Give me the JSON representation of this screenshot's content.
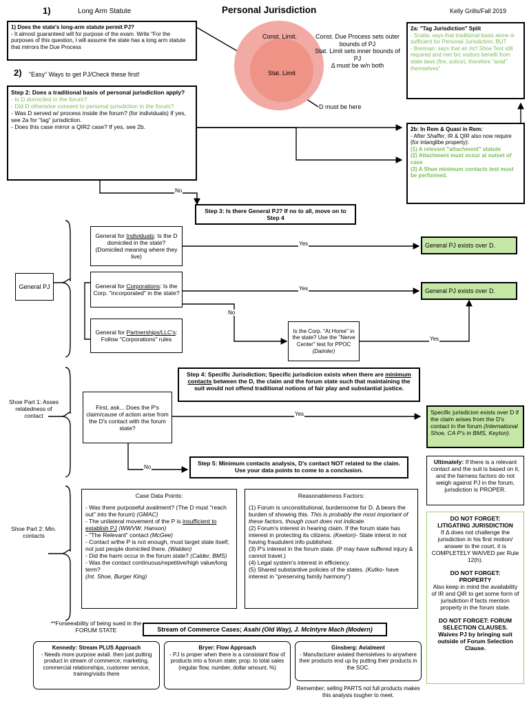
{
  "header": {
    "section_number_1": "1)",
    "section_title_1": "Long Arm Statute",
    "title": "Personal Jurisdiction",
    "author": "Kelly Grills/Fall 2019",
    "section_number_2": "2)",
    "section_title_2": "“Easy” Ways to get PJ/Check these first!"
  },
  "colors": {
    "green_fill": "#c5e8a6",
    "green_text": "#77bb55",
    "circle_outer": "#f2aaa4",
    "circle_inner": "#ef9387",
    "line": "#000000"
  },
  "boxes": {
    "long_arm": {
      "title": "1) Does the state's long-arm statute permit PJ?",
      "body": "- It almost guaranteed will for purpose of the exam. Write \"For the purposes of this question, I will assume the state has a long arm statute that mirrors the Due Process"
    },
    "step2": {
      "title": "Step 2: Does a traditional basis of personal jurisdiction apply?",
      "green_lines": [
        "- Is D domiciled in the forum?",
        "- Did D otherwise consent to personal jurisdiction in the forum?"
      ],
      "black_lines": [
        "- Was D served w/ process inside the forum? (for individuals) If yes, see 2a for “tag” jurisdiction.",
        "- Does this case mirror a QIR2 case? If yes, see 2b."
      ]
    },
    "tag_split": {
      "title": "2a: \"Tag Jurisdiction\" Split",
      "line1": "- Scalia: says that traditional basis alone is sufficient for Personal Jurisdiction; BUT",
      "line2_a": "- Brennan: says that an ",
      "line2_i": "Int'l Shoe",
      "line2_b": " Test still required and met b/c visitors benefit from state laws (fire, police), therefore \"avial\" themselves\""
    },
    "in_rem": {
      "title": "2b: In Rem & Quasi in Rem:",
      "line1_a": "- After ",
      "line1_i": "Shaffer",
      "line1_b": ", IR & QIR also now require (for intanglibe property):",
      "green_items": [
        "(1) A relevant \"attachment\" statute",
        "(2) Attachment must occur at outset of case",
        "(3) A Shoe minimum contacts test must be performed."
      ]
    },
    "venn": {
      "outer_label": "Const. Limit.",
      "inner_label": "Stat. Limit",
      "note": "Const. Due Process sets outer bounds of PJ\nStat. Limit sets inner bounds of PJ\nΔ must be w/n both",
      "d_label": "D must be here"
    },
    "step3": {
      "text": "Step 3: Is there General PJ? If no to all, move on to Step 4"
    },
    "general_pj_label": "General PJ",
    "gen_individuals": {
      "pre": "General for ",
      "underline": "Individuals",
      "post": ": Is the D domiciled in the state? (Domiciled meaning where they live)"
    },
    "gen_corporations": {
      "pre": "General for ",
      "underline": "Corporations",
      "post": ": Is the Corp. \"incorporated\" in the state?"
    },
    "gen_partnerships": {
      "pre": "General for ",
      "underline": "Partnerships/LLC's",
      "post": ": Follow \"Corporations\" rules"
    },
    "at_home": {
      "text": "Is the Corp. \"At Home\" in the state? Use the \"Nerve Center\" test for PPOC",
      "case": "(Daimler)"
    },
    "general_pj_exists_1": "General PJ exists over D.",
    "general_pj_exists_2": "General PJ exists over D.",
    "step4": {
      "pre": "Step 4: Specific Jurisdiction; Specific jurisdicion exists when there are ",
      "underline": "minimum contacts",
      "post": " between the D, the claim and the forum state such that maintaining the suit would not offend traditional notions of fair play and substantial justice."
    },
    "shoe_part1_label": "Shoe Part 1: Asses relatedness of contact",
    "shoe_part2_label": "Shoe Part 2: Min. contacts",
    "first_ask": {
      "text": "First, ask... Does the P's claim/cause of action arise from the D's contact with the forum state?"
    },
    "step5": {
      "text": "Step 5: Minimum contacts analysis, D's contact NOT related to the claim. Use your data points to come to a conclusion."
    },
    "specific_exists": {
      "pre": "Specific jurisdicion exists over D if the claim arises from the D's contact in the forum ",
      "cases": "(International Shoe, CA P's in BMS, Keyton)."
    },
    "ultimately": {
      "bold": "Ultimately:",
      "rest": " If there is a relevant contact and the suit is based on it, and the fairness factors do not weigh against PJ in the forum, jurisdiction is PROPER."
    },
    "do_not_forget": {
      "t1": "DO NOT FORGET:",
      "t1b": "LITIGATING JURISDICTION",
      "b1": "If Δ does not challenge the jurisdiction in his first motion/ answer to the court, it is COMPLETELY WAIVED per Rule 12(h).",
      "t2": "DO NOT FORGET:",
      "t2b": "PROPERTY",
      "b2": "Also keep in mind the availability of IR and QiR to get some form of jurisdiction if facts mention property in the forum state.",
      "t3": "DO NOT FORGET: FORUM SELECTION CLAUSES.",
      "b3": "Waives PJ by bringing suit outside of Forum Selection Clause."
    },
    "case_data_points": {
      "title": "Case Data Points:",
      "items": [
        {
          "text": "- Was there purposeful availment? (The D must \"reach out\" into the forum) ",
          "cite": "(GMAC)"
        },
        {
          "text": "- The unilateral movement of the P is ",
          "underline": "insufficient to establish PJ",
          "cite": " (WWVW, Hanson)"
        },
        {
          "text": "- \"The Relevant\" contact ",
          "cite": "(McGee)"
        },
        {
          "text": "- Contact w/the P is not enough, must target state itself, not just people domiciled there. ",
          "cite": "(Walden)"
        },
        {
          "text": "- Did the harm occur in the forum state? ",
          "cite": "(Calder, BMS)"
        },
        {
          "text": "- Was the contact continuous/repetitive/high value/long term?",
          "cite": ""
        },
        {
          "text": " ",
          "cite": "(Int. Shoe, Burger King)"
        }
      ]
    },
    "reasonableness": {
      "title": "Reasonableness Factors:",
      "items": [
        {
          "text": "(1) Forum is unconstitutional, burdensome for D. Δ bears the burden of showing this. ",
          "italic": "This is probably the most important of these factors, though court does not indicate."
        },
        {
          "text": "(2) Forum's interest in hearing claim. If the forum state has interest in protecting its citizens. ",
          "italic": "(Keeton)-",
          "tail": " State interst in not having fraudulent info published."
        },
        {
          "text": "(3) P's interest in the forum state. (P may have suffered injury & cannot travel.)",
          "italic": ""
        },
        {
          "text": "(4) Legal system's interest in efficiency.",
          "italic": ""
        },
        {
          "text": "(5) Shared substantive policies of the states. ",
          "italic": "(Kutko-",
          "tail": " have interest in \"preserving family harmony\")"
        }
      ]
    },
    "forseeability": "**Forseeability of being sued in the FORUM STATE",
    "stream_of_commerce": {
      "bold": "Stream of Commerce Cases; ",
      "italic": "Asahi (Old Way), J. McIntyre Mach (Modern)"
    },
    "kennedy": {
      "title": "Kennedy: Stream PLUS Approach",
      "body": "- Needs more purpose aviail. then just putting product in stream of commerce; marketing, commercial relationships, customer service, training/visits there"
    },
    "breyer": {
      "title": "Bryer: Flow Approach",
      "body": "- PJ is proper when there is a consistant flow of products into a forum state; prop. to total sales (regular flow, number, dollar amount, %)"
    },
    "ginsberg": {
      "title": "Ginsberg: Avialment",
      "body": "- Manufacturer avialed themslelves to anywhere their products end up by putting their products in the SOC."
    },
    "remember_note": "Remember; selling PARTS not full products makes this analysis tougher to meet."
  },
  "edge_labels": {
    "no_step2_step3": "No",
    "yes_individuals": "Yes",
    "yes_corporations": "Yes",
    "no_corporations": "No",
    "yes_athome": "Yes",
    "yes_first_ask": "Yes",
    "no_first_ask": "No"
  }
}
